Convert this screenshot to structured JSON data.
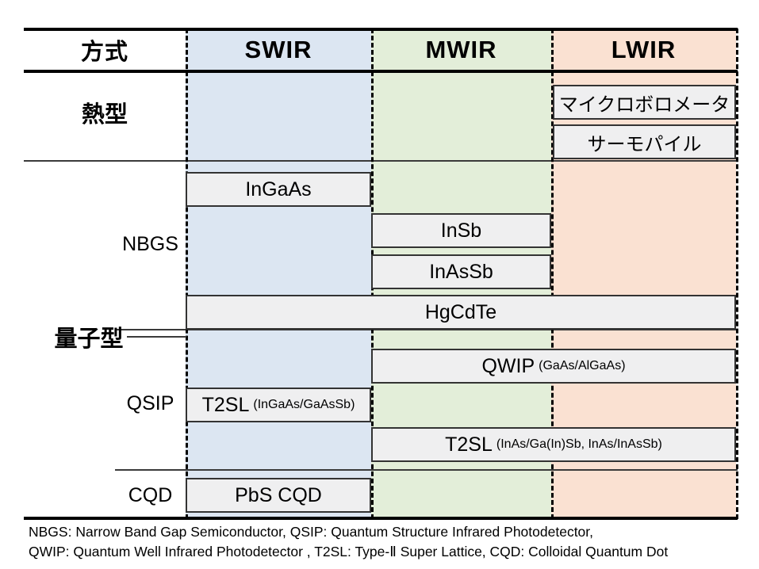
{
  "figure": {
    "title_column_header": "方式",
    "band_columns": [
      {
        "key": "swir",
        "label": "SWIR",
        "color": "#dce6f2"
      },
      {
        "key": "mwir",
        "label": "MWIR",
        "color": "#e3eed9"
      },
      {
        "key": "lwir",
        "label": "LWIR",
        "color": "#fae1d2"
      }
    ],
    "categories": [
      {
        "key": "thermal",
        "label": "熱型",
        "type": "major"
      },
      {
        "key": "quantum",
        "label": "量子型",
        "type": "major"
      }
    ],
    "subcategories": [
      {
        "key": "nbgs",
        "label": "NBGS"
      },
      {
        "key": "qsip",
        "label": "QSIP"
      },
      {
        "key": "cqd",
        "label": "CQD"
      }
    ],
    "items": [
      {
        "id": "microbolometer",
        "name": "マイクロボロメータ",
        "sub": "",
        "bands": [
          "lwir"
        ],
        "category": "thermal",
        "script": "jp"
      },
      {
        "id": "thermopile",
        "name": "サーモパイル",
        "sub": "",
        "bands": [
          "lwir"
        ],
        "category": "thermal",
        "script": "jp"
      },
      {
        "id": "ingaas",
        "name": "InGaAs",
        "sub": "",
        "bands": [
          "swir"
        ],
        "category": "nbgs",
        "script": "latin"
      },
      {
        "id": "insb",
        "name": "InSb",
        "sub": "",
        "bands": [
          "mwir"
        ],
        "category": "nbgs",
        "script": "latin"
      },
      {
        "id": "inassb",
        "name": "InAsSb",
        "sub": "",
        "bands": [
          "mwir"
        ],
        "category": "nbgs",
        "script": "latin"
      },
      {
        "id": "hgcdte",
        "name": "HgCdTe",
        "sub": "",
        "bands": [
          "swir",
          "mwir",
          "lwir"
        ],
        "category": "nbgs",
        "script": "latin"
      },
      {
        "id": "qwip",
        "name": "QWIP",
        "sub": "(GaAs/AlGaAs)",
        "bands": [
          "mwir",
          "lwir"
        ],
        "category": "qsip",
        "script": "latin"
      },
      {
        "id": "t2sl-swir",
        "name": "T2SL",
        "sub": "(InGaAs/GaAsSb)",
        "bands": [
          "swir"
        ],
        "category": "qsip",
        "script": "latin"
      },
      {
        "id": "t2sl-mwir-lwir",
        "name": "T2SL",
        "sub": "(InAs/Ga(In)Sb, InAs/InAsSb)",
        "bands": [
          "mwir",
          "lwir"
        ],
        "category": "qsip",
        "script": "latin"
      },
      {
        "id": "pbs-cqd",
        "name": "PbS CQD",
        "sub": "",
        "bands": [
          "swir"
        ],
        "category": "cqd",
        "script": "latin"
      }
    ],
    "footnotes": [
      "NBGS: Narrow Band Gap Semiconductor, QSIP: Quantum Structure Infrared Photodetector,",
      "QWIP: Quantum Well Infrared Photodetector , T2SL: Type-Ⅱ Super Lattice, CQD: Colloidal Quantum Dot"
    ]
  }
}
